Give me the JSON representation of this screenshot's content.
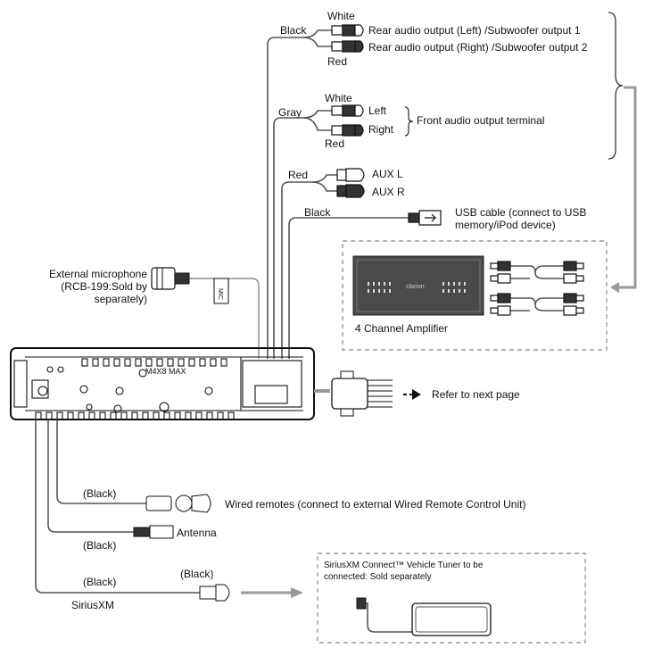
{
  "rca_rear": {
    "wire_color": "Black",
    "top_color": "White",
    "bottom_color": "Red",
    "left_label": "Rear audio output (Left) /Subwoofer output 1",
    "right_label": "Rear audio output (Right) /Subwoofer output 2"
  },
  "rca_front": {
    "wire_color": "Gray",
    "top_color": "White",
    "bottom_color": "Red",
    "left_label": "Left",
    "right_label": "Right",
    "terminal_label": "Front audio output terminal"
  },
  "aux": {
    "wire_color": "Red",
    "left_label": "AUX L",
    "right_label": "AUX R"
  },
  "usb": {
    "wire_color": "Black",
    "label": "USB cable (connect to USB\nmemory/iPod device)"
  },
  "amplifier": {
    "brand": "clarion",
    "label": "4 Channel Amplifier"
  },
  "microphone": {
    "label": "External microphone\n(RCB-199:Sold by\nseparately)",
    "tag": "MIC"
  },
  "head_unit": {
    "screw_label": "M4X8 MAX"
  },
  "harness": {
    "refer_label": "Refer to next page"
  },
  "remote": {
    "wire_color": "(Black)",
    "label": "Wired remotes (connect to external Wired Remote Control Unit)"
  },
  "antenna": {
    "wire_color": "(Black)",
    "label": "Antenna"
  },
  "siriusxm": {
    "wire_color": "(Black)",
    "plug_color": "(Black)",
    "label": "SiriusXM",
    "tuner_label": "SiriusXM Connect™ Vehicle Tuner to be\nconnected: Sold separately"
  }
}
